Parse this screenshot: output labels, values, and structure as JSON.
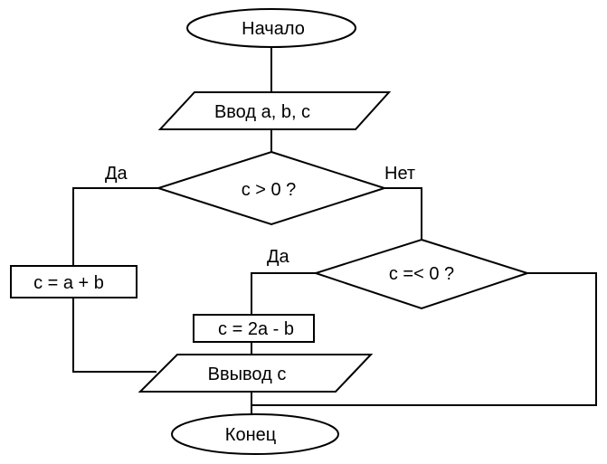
{
  "diagram": {
    "type": "flowchart",
    "language": "ru",
    "nodes": {
      "start": {
        "kind": "terminator",
        "text": "Начало"
      },
      "input": {
        "kind": "input-output",
        "text": "Ввод a, b, c"
      },
      "decision1": {
        "kind": "decision",
        "text": "c > 0 ?"
      },
      "decision2": {
        "kind": "decision",
        "text": "c =< 0 ?"
      },
      "process1": {
        "kind": "process",
        "text": "c = a + b"
      },
      "process2": {
        "kind": "process",
        "text": "c = 2a - b"
      },
      "output": {
        "kind": "input-output",
        "text": "Ввывод c"
      },
      "end": {
        "kind": "terminator",
        "text": "Конец"
      }
    },
    "edge_labels": {
      "d1_yes": "Да",
      "d1_no": "Нет",
      "d2_yes": "Да"
    },
    "edges": [
      {
        "from": "start",
        "to": "input"
      },
      {
        "from": "input",
        "to": "decision1"
      },
      {
        "from": "decision1",
        "to": "process1",
        "label": "Да"
      },
      {
        "from": "decision1",
        "to": "decision2",
        "label": "Нет"
      },
      {
        "from": "decision2",
        "to": "process2",
        "label": "Да"
      },
      {
        "from": "decision2",
        "to": "end"
      },
      {
        "from": "process1",
        "to": "output"
      },
      {
        "from": "process2",
        "to": "output"
      },
      {
        "from": "output",
        "to": "end"
      }
    ],
    "colors": {
      "stroke": "#000000",
      "fill": "#ffffff",
      "text": "#000000"
    }
  }
}
